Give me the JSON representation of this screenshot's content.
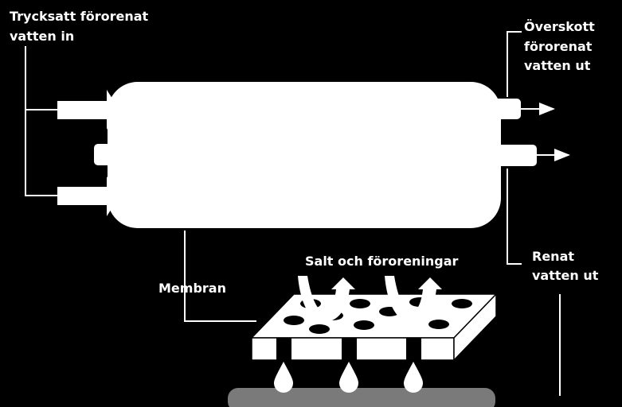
{
  "labels": {
    "inlet_line1": "Trycksatt förorenat",
    "inlet_line2": "vatten in",
    "excess_line1": "Överskott",
    "excess_line2": "förorenat",
    "excess_line3": "vatten ut",
    "purified_line1": "Renat",
    "purified_line2": "vatten ut",
    "membrane": "Membran",
    "salt": "Salt och föroreningar"
  },
  "colors": {
    "background": "#000000",
    "shape_fill": "#ffffff",
    "filtrate_bar": "#7a7a7a"
  }
}
